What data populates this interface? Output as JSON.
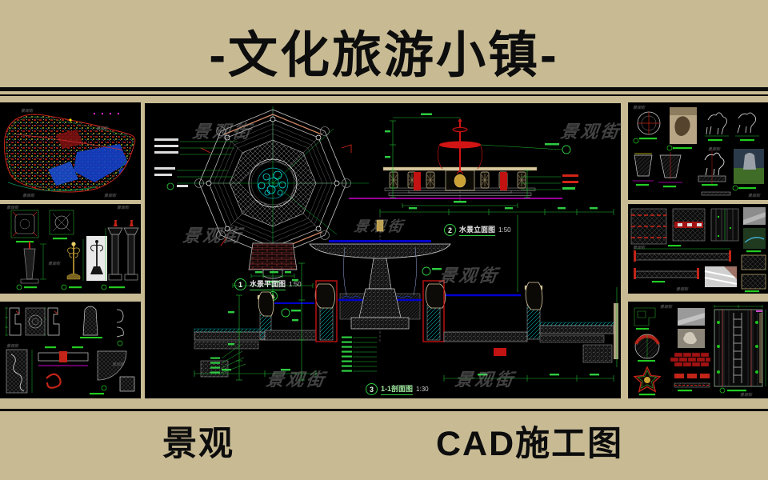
{
  "page": {
    "background": "#c8bb94"
  },
  "header": {
    "title": "-文化旅游小镇-"
  },
  "footer": {
    "left_label": "景观",
    "right_label": "CAD施工图"
  },
  "watermark": {
    "text": "景观街"
  },
  "center_panel": {
    "captions": [
      {
        "num": "1",
        "title": "水景平面图",
        "scale": "1:50"
      },
      {
        "num": "2",
        "title": "水景立面图",
        "scale": "1:50"
      },
      {
        "num": "3",
        "title": "1-1剖面图",
        "scale": "1:30"
      }
    ]
  },
  "colors": {
    "canvas_tan": "#c8bb94",
    "panel_black": "#000000",
    "cad_green": "#00cc44",
    "cad_red": "#cc1616",
    "cad_cyan": "#00c8c8",
    "cad_blue": "#0000d0",
    "cad_magenta": "#cc00cc",
    "cad_gray": "#b9b9b9",
    "cad_tan": "#d9c9a0",
    "cad_gold": "#c9a435"
  }
}
